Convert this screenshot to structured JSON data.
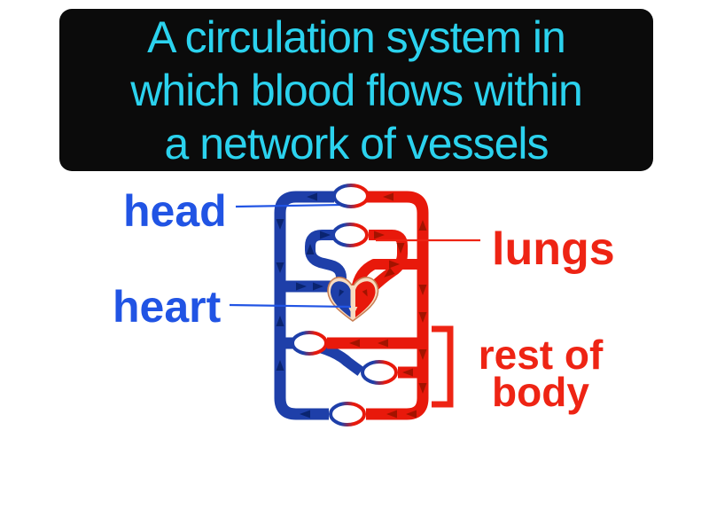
{
  "banner": {
    "lines": [
      "A circulation system in",
      "which blood flows within",
      "a network of vessels"
    ]
  },
  "labels": {
    "head": "head",
    "lungs": "lungs",
    "heart": "heart",
    "rest_of_body_line1": "rest of",
    "rest_of_body_line2": "body"
  },
  "diagram": {
    "heart_icon": "two-chamber heart (blue left / red right) with downward flow arrow",
    "capillary_bed_icon": "striped ellipse, blue-to-red gradient outline",
    "flow_arrow_icon": "small triangle showing blood flow direction",
    "bracket_icon": "right square bracket grouping body capillary beds"
  },
  "colors": {
    "banner_bg": "#0b0b0b",
    "cyan": "#2bd2ee",
    "label_blue": "#2154e4",
    "label_red": "#ee2414",
    "vessel_blue": "#1e3fa9",
    "vessel_red": "#e8190b",
    "arrow_blue": "#0a2470",
    "arrow_red": "#a31300",
    "heart_fill": "#f7dcc0",
    "heart_outline": "#c87f55"
  }
}
